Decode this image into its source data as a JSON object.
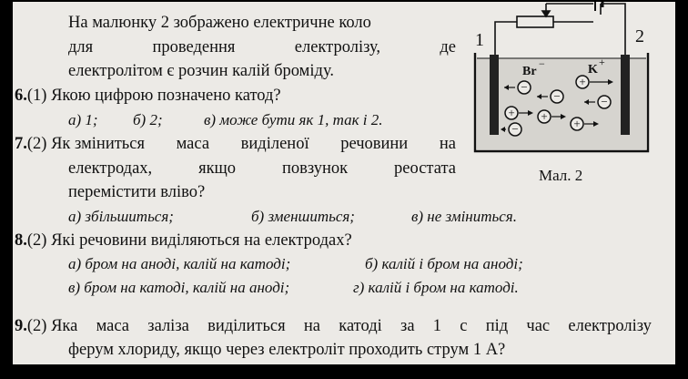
{
  "intro": {
    "line1": "На малюнку 2 зображено електричне коло",
    "line2_words": [
      "для",
      "проведення",
      "електролізу,",
      "де"
    ],
    "line3": "електролітом є розчин калій броміду."
  },
  "q6": {
    "num": "6.",
    "pts": "(1)",
    "text": "Якою цифрою позначено катод?",
    "options": [
      "а) 1;",
      "б) 2;",
      "в) може бути як 1, так і 2."
    ]
  },
  "q7": {
    "num": "7.",
    "pts": "(2)",
    "line1_words": [
      "Як",
      "зміниться",
      "маса",
      "виділеної",
      "речовини",
      "на"
    ],
    "line2_words": [
      "електродах,",
      "якщо",
      "повзунок",
      "реостата"
    ],
    "line3": "перемістити вліво?",
    "options": [
      "а) збільшиться;",
      "б) зменшиться;",
      "в) не зміниться."
    ]
  },
  "q8": {
    "num": "8.",
    "pts": "(2)",
    "text": "Які речовини виділяються на електродах?",
    "options": [
      "а) бром на аноді, калій на катоді;",
      "б) калій і бром на аноді;",
      "в) бром на катоді, калій на аноді;",
      "г) калій і бром на катоді."
    ]
  },
  "q9": {
    "num": "9.",
    "pts": "(2)",
    "line1_words": [
      "Яка",
      "маса",
      "заліза",
      "виділиться",
      "на",
      "катоді",
      "за",
      "1",
      "с",
      "під",
      "час",
      "електролізу"
    ],
    "line2": "ферум хлориду, якщо через електроліт проходить струм 1 А?"
  },
  "figure": {
    "caption": "Мал. 2",
    "electrode_left": "1",
    "electrode_right": "2",
    "anion": "Br",
    "cation": "K",
    "minus": "−",
    "plus": "+"
  },
  "colors": {
    "page": "#eceae6",
    "ink": "#111111",
    "electrolyte": "#d6d4cf"
  }
}
